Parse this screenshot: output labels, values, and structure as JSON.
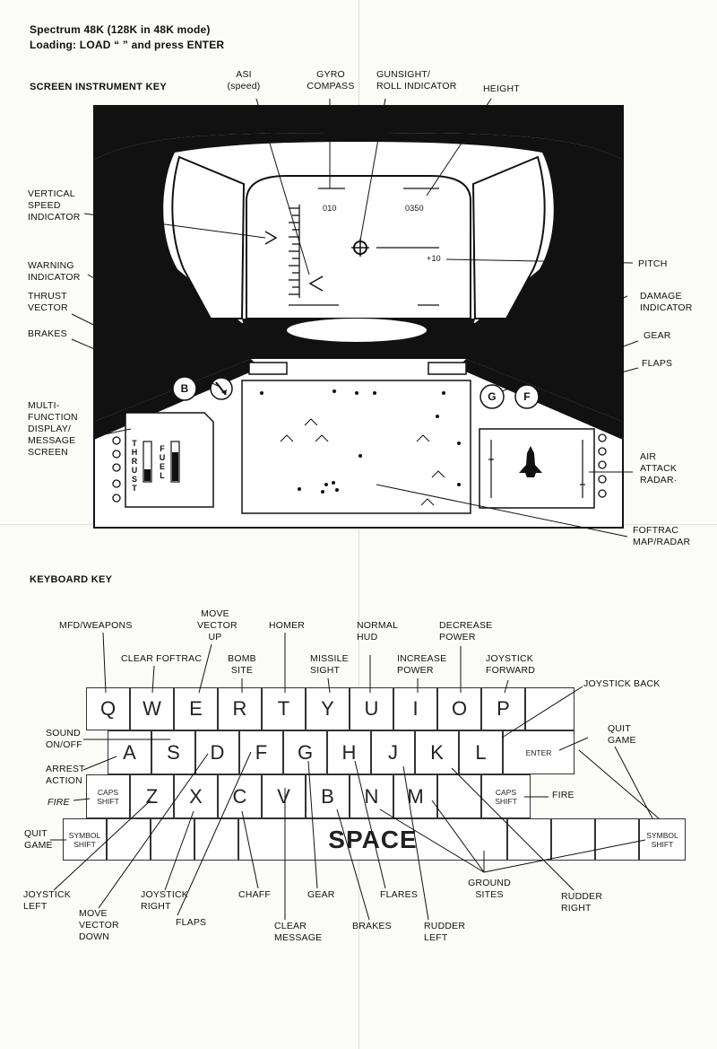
{
  "header": {
    "line1": "Spectrum 48K (128K in 48K mode)",
    "line2": "Loading: LOAD “ ” and press ENTER"
  },
  "screen_key": {
    "title": "SCREEN INSTRUMENT KEY",
    "labels": {
      "asi": "ASI\n(speed)",
      "gyro": "GYRO\nCOMPASS",
      "gunsight": "GUNSIGHT/\nROLL INDICATOR",
      "height": "HEIGHT",
      "vsi": "VERTICAL\nSPEED\nINDICATOR",
      "warning": "WARNING\nINDICATOR",
      "thrust_vector": "THRUST\nVECTOR",
      "brakes": "BRAKES",
      "mfd": "MULTI-\nFUNCTION\nDISPLAY/\nMESSAGE\nSCREEN",
      "pitch": "PITCH",
      "damage": "DAMAGE\nINDICATOR",
      "gear": "GEAR",
      "flaps": "FLAPS",
      "air_radar": "AIR\nATTACK\nRADAR·",
      "foftrac": "FOFTRAC\nMAP/RADAR"
    },
    "hud": {
      "heading": "010",
      "height_value": "0350",
      "pitch_value": "+10"
    },
    "buttons": {
      "b": "B",
      "g": "G",
      "f": "F"
    },
    "gauges": {
      "thrust": "THRUST",
      "fuel": "FUEL"
    },
    "levels": {
      "thrust": 0.3,
      "fuel": 0.75
    }
  },
  "keyboard_key": {
    "title": "KEYBOARD KEY",
    "rows": {
      "row1": [
        "Q",
        "W",
        "E",
        "R",
        "T",
        "Y",
        "U",
        "I",
        "O",
        "P"
      ],
      "row2": [
        "A",
        "S",
        "D",
        "F",
        "G",
        "H",
        "J",
        "K",
        "L"
      ],
      "enter": "ENTER",
      "caps_left": "CAPS\nSHIFT",
      "row3": [
        "Z",
        "X",
        "C",
        "V",
        "B",
        "N",
        "M"
      ],
      "caps_right": "CAPS\nSHIFT",
      "symbol_left": "SYMBOL\nSHIFT",
      "space": "SPACE",
      "symbol_right": "SYMBOL\nSHIFT"
    },
    "labels": {
      "mfd_weapons": "MFD/WEAPONS",
      "clear_foftrac": "CLEAR FOFTRAC",
      "move_vector_up": "MOVE\nVECTOR\nUP",
      "bomb_site": "BOMB\nSITE",
      "homer": "HOMER",
      "missile_sight": "MISSILE\nSIGHT",
      "normal_hud": "NORMAL\nHUD",
      "increase_power": "INCREASE\nPOWER",
      "decrease_power": "DECREASE\nPOWER",
      "joystick_forward": "JOYSTICK\nFORWARD",
      "joystick_back": "JOYSTICK BACK",
      "sound": "SOUND\nON/OFF",
      "arrest": "ARREST\nACTION",
      "fire_left": "FIRE",
      "fire_right": "FIRE",
      "quit_game_left": "QUIT\nGAME",
      "quit_game_right": "QUIT\nGAME",
      "joystick_left": "JOYSTICK\nLEFT",
      "move_vector_down": "MOVE\nVECTOR\nDOWN",
      "joystick_right": "JOYSTICK\nRIGHT",
      "flaps": "FLAPS",
      "chaff": "CHAFF",
      "clear_message": "CLEAR\nMESSAGE",
      "gear": "GEAR",
      "brakes": "BRAKES",
      "flares": "FLARES",
      "rudder_left": "RUDDER\nLEFT",
      "ground_sites": "GROUND\nSITES",
      "rudder_right": "RUDDER\nRIGHT"
    }
  }
}
